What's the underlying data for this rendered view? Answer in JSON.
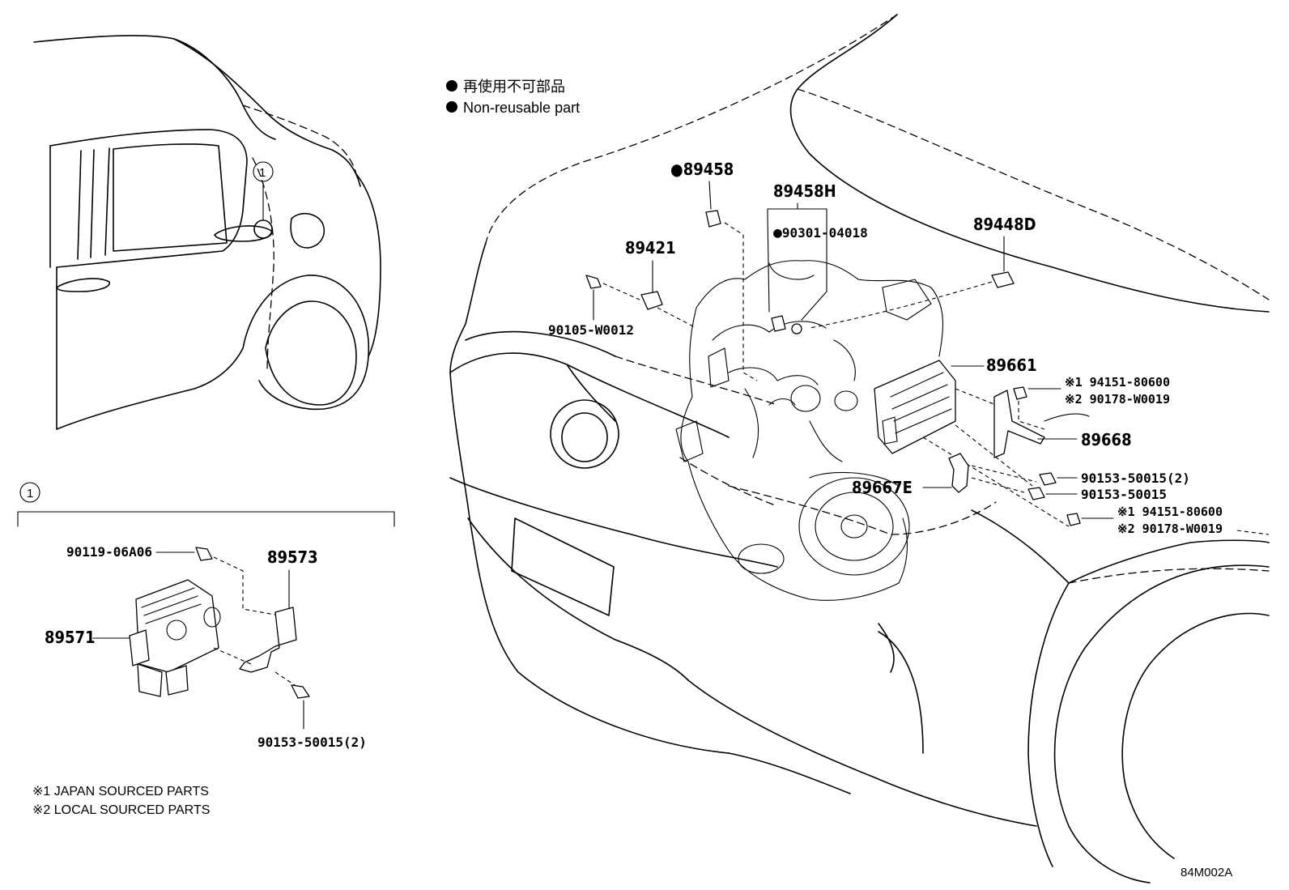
{
  "legend": {
    "non_reusable_jp": "再使用不可部品",
    "non_reusable_en": "Non-reusable part"
  },
  "callout_marker": "1",
  "labels": {
    "p89458": "89458",
    "p89458H": "89458H",
    "p90301": "90301-04018",
    "p89448D": "89448D",
    "p89421": "89421",
    "p90105": "90105-W0012",
    "p89661": "89661",
    "p94151_a": "※1 94151-80600",
    "p90178_a": "※2 90178-W0019",
    "p89668": "89668",
    "p90153_2a": "90153-50015(2)",
    "p89667E": "89667E",
    "p90153": "90153-50015",
    "p94151_b": "※1 94151-80600",
    "p90178_b": "※2 90178-W0019",
    "p90119": "90119-06A06",
    "p89573": "89573",
    "p89571": "89571",
    "p90153_2b": "90153-50015(2)"
  },
  "notes": {
    "japan": "※1 JAPAN SOURCED PARTS",
    "local": "※2 LOCAL SOURCED PARTS"
  },
  "drawing_code": "84M002A"
}
